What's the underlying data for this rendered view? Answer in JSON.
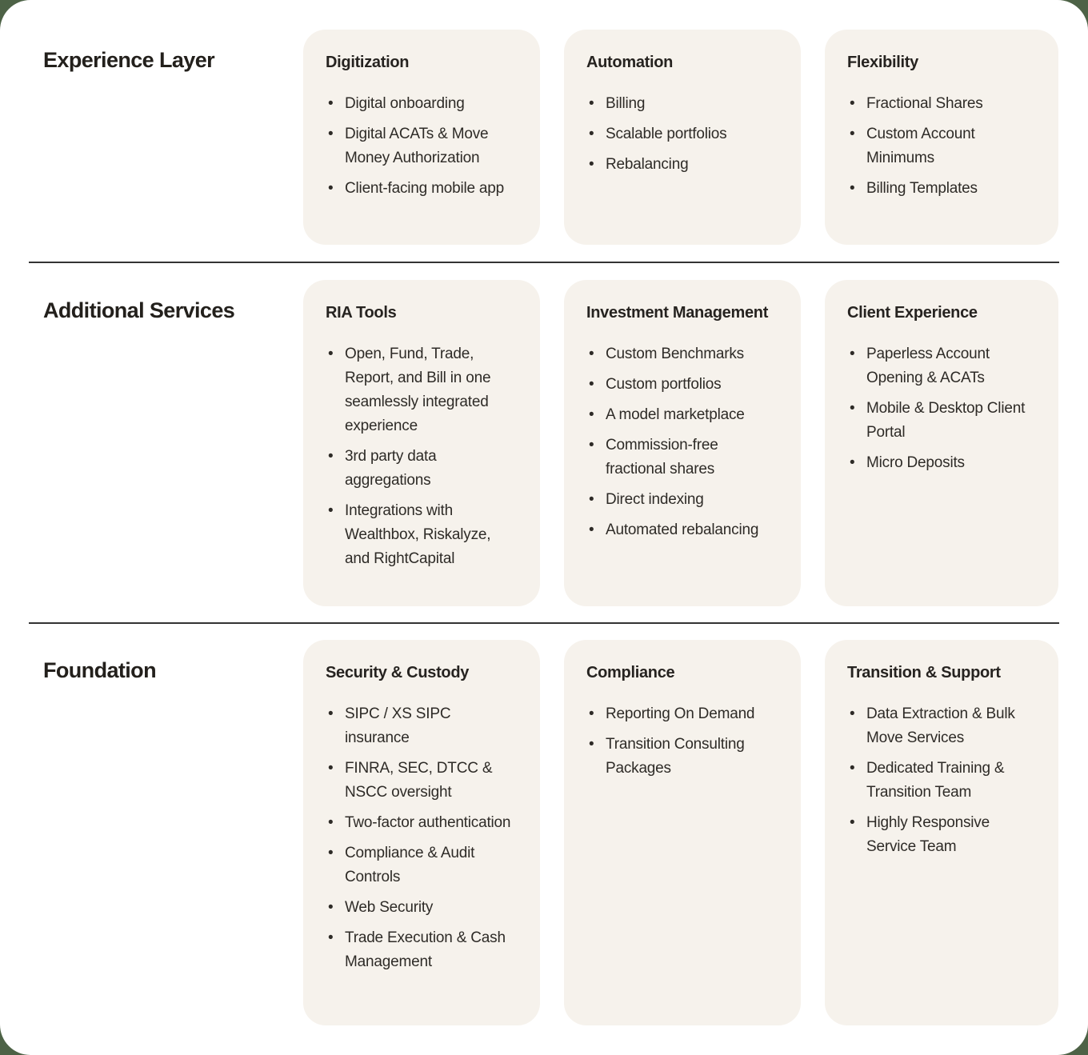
{
  "page": {
    "outer_background_color": "#4d6246",
    "surface_color": "#ffffff",
    "card_color": "#f6f2ec",
    "text_color": "#2e2b27",
    "divider_color": "#333333"
  },
  "rows": [
    {
      "label": "Experience Layer",
      "cards": [
        {
          "title": "Digitization",
          "bullets": [
            "Digital onboarding",
            "Digital ACATs & Move Money Authorization",
            "Client-facing mobile app"
          ]
        },
        {
          "title": "Automation",
          "bullets": [
            "Billing",
            "Scalable portfolios",
            "Rebalancing"
          ]
        },
        {
          "title": "Flexibility",
          "bullets": [
            "Fractional Shares",
            "Custom Account Minimums",
            "Billing Templates"
          ]
        }
      ]
    },
    {
      "label": "Additional Services",
      "cards": [
        {
          "title": "RIA Tools",
          "bullets": [
            "Open, Fund, Trade, Report, and Bill in one seamlessly integrated experience",
            "3rd party data aggregations",
            "Integrations with Wealthbox, Riskalyze, and RightCapital"
          ]
        },
        {
          "title": "Investment Management",
          "bullets": [
            "Custom Benchmarks",
            "Custom portfolios",
            "A model marketplace",
            "Commission-free fractional shares",
            "Direct indexing",
            "Automated rebalancing"
          ]
        },
        {
          "title": "Client Experience",
          "bullets": [
            "Paperless Account Opening & ACATs",
            "Mobile & Desktop Client Portal",
            "Micro Deposits"
          ]
        }
      ]
    },
    {
      "label": "Foundation",
      "cards": [
        {
          "title": "Security & Custody",
          "bullets": [
            "SIPC / XS SIPC insurance",
            "FINRA, SEC, DTCC & NSCC oversight",
            "Two-factor authentication",
            "Compliance & Audit Controls",
            "Web Security",
            "Trade Execution & Cash Management"
          ]
        },
        {
          "title": "Compliance",
          "bullets": [
            "Reporting On Demand",
            "Transition Consulting Packages"
          ]
        },
        {
          "title": "Transition & Support",
          "bullets": [
            "Data Extraction & Bulk Move Services",
            "Dedicated Training & Transition Team",
            "Highly Responsive Service Team"
          ]
        }
      ]
    }
  ]
}
